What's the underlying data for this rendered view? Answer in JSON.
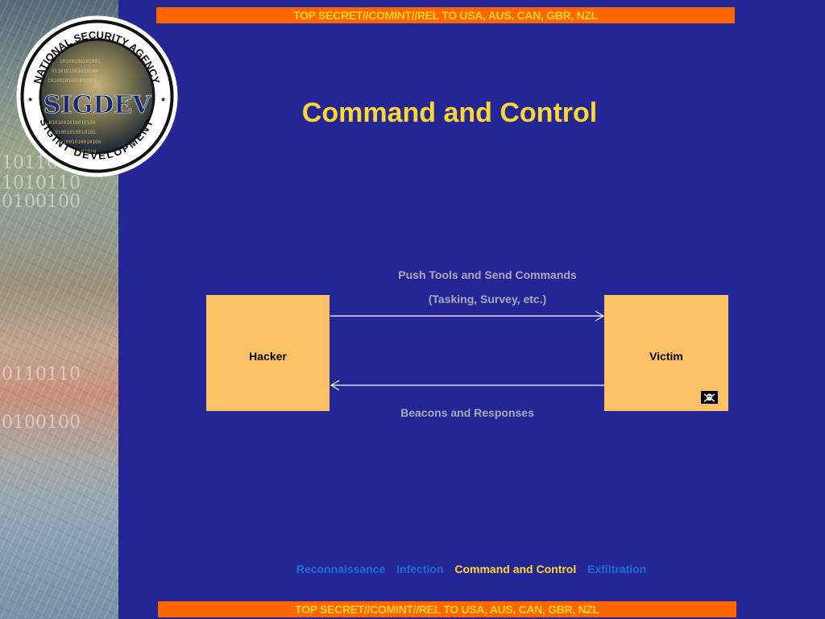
{
  "classification": {
    "top": "TOP SECRET//COMINT//REL TO USA, AUS, CAN, GBR, NZL",
    "bottom": "TOP SECRET//COMINT//REL TO USA, AUS, CAN, GBR, NZL"
  },
  "seal": {
    "outer_text_top": "NATIONAL SECURITY AGENCY",
    "center_text": "SIGDEV",
    "outer_text_bottom": "SIGINT DEVELOPMENT"
  },
  "title": "Command and Control",
  "diagram": {
    "nodes": {
      "hacker": "Hacker",
      "victim": "Victim"
    },
    "edges": {
      "push_line1": "Push Tools and Send Commands",
      "push_line2": "(Tasking, Survey, etc.)",
      "beacons": "Beacons and Responses"
    },
    "victim_icon": "skull-and-crossbones-icon"
  },
  "nav": {
    "items": [
      "Reconnaissance",
      "Infection",
      "Command and Control",
      "Exfiltration"
    ],
    "active_index": 2
  },
  "colors": {
    "background": "#252696",
    "banner": "#ff6600",
    "banner_text": "#ffd51f",
    "title": "#ffd733",
    "box": "#ffc166",
    "nav_inactive": "#1a6fd6",
    "nav_active": "#ffd733"
  }
}
